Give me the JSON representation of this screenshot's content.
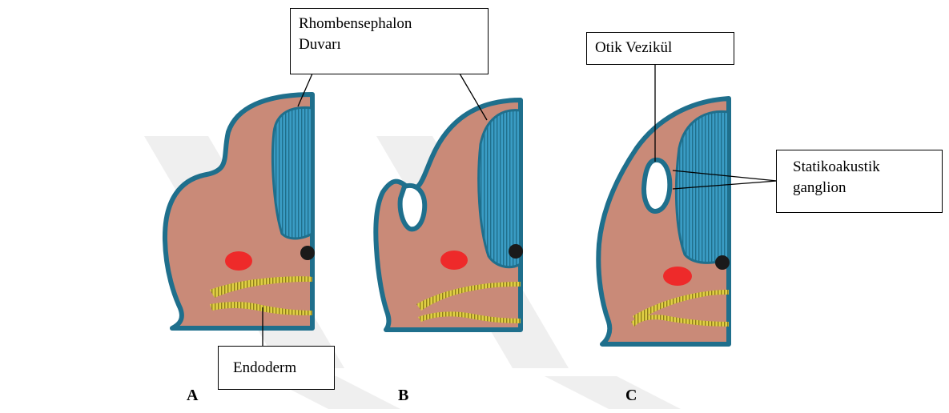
{
  "labels": {
    "rhombencephalon_line1": "Rhombensephalon",
    "rhombencephalon_line2": "Duvarı",
    "otic_vesicle": "Otik Vezikül",
    "statoacoustic_line1": "Statikoakustik",
    "statoacoustic_line2": "ganglion",
    "endoderm": "Endoderm"
  },
  "panels": [
    "A",
    "B",
    "C"
  ],
  "colors": {
    "mesenchyme": "#c98a78",
    "neural_wall": "#3a9cc4",
    "neural_outline": "#1f6f8c",
    "endoderm": "#d4c23a",
    "blood_vessel": "#ee2a2a",
    "notochord": "#1a1a1a",
    "watermark": "#eeeeee"
  }
}
